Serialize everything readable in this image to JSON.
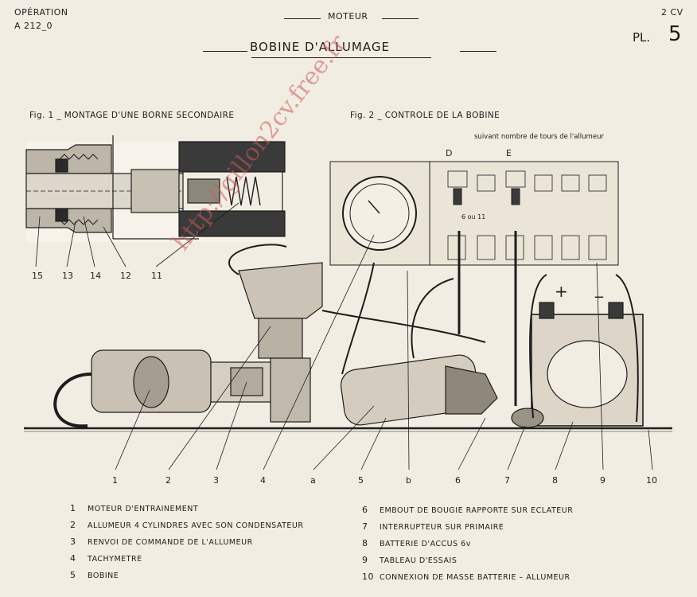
{
  "header": {
    "operation_label": "OPÉRATION",
    "operation_code": "A 212_0",
    "section": "MOTEUR",
    "title": "BOBINE D'ALLUMAGE",
    "model": "2 CV",
    "plate_label": "PL.",
    "plate_number": "5"
  },
  "fig1": {
    "caption": "Fig. 1 _ MONTAGE  D'UNE  BORNE  SECONDAIRE",
    "labels": [
      "15",
      "13",
      "14",
      "12",
      "11"
    ]
  },
  "fig2": {
    "caption": "Fig. 2 _ CONTROLE  DE  LA  BOBINE",
    "note": "suivant nombre de tours de l'allumeur",
    "label_d": "D",
    "label_e": "E",
    "gap_label": "6 ou 11",
    "plus_sign": "+",
    "minus_sign": "_"
  },
  "bottom_labels": [
    "1",
    "2",
    "3",
    "4",
    "a",
    "5",
    "b",
    "6",
    "7",
    "8",
    "9",
    "10"
  ],
  "legend_left": [
    {
      "n": "1",
      "text": "MOTEUR  D'ENTRAINEMENT"
    },
    {
      "n": "2",
      "text": "ALLUMEUR  4  CYLINDRES  AVEC  SON  CONDENSATEUR"
    },
    {
      "n": "3",
      "text": "RENVOI  DE  COMMANDE  DE  L'ALLUMEUR"
    },
    {
      "n": "4",
      "text": "TACHYMETRE"
    },
    {
      "n": "5",
      "text": "BOBINE"
    }
  ],
  "legend_right": [
    {
      "n": "6",
      "text": "EMBOUT  DE  BOUGIE  RAPPORTE  SUR  ECLATEUR"
    },
    {
      "n": "7",
      "text": "INTERRUPTEUR  SUR  PRIMAIRE"
    },
    {
      "n": "8",
      "text": "BATTERIE  D'ACCUS  6v"
    },
    {
      "n": "9",
      "text": "TABLEAU  D'ESSAIS"
    },
    {
      "n": "10",
      "text": "CONNEXION  DE  MASSE  BATTERIE – ALLUMEUR"
    }
  ],
  "watermark": "http://gillon2cv.free.fr"
}
